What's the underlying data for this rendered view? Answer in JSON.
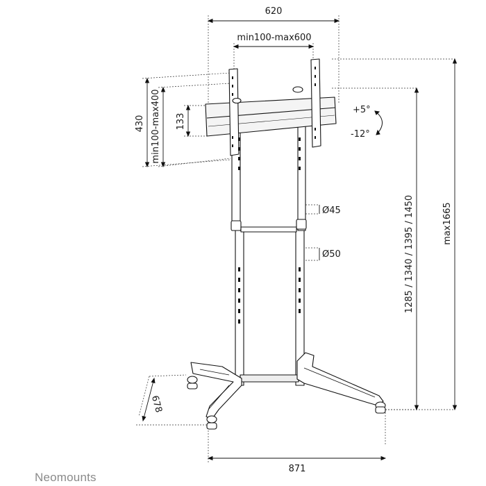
{
  "dimensions": {
    "overall_width": "620",
    "vesa_width_range": "min100-max600",
    "bracket_height": "430",
    "vesa_height_range": "min100-max400",
    "rail_height": "133",
    "tilt_up": "+5°",
    "tilt_down": "-12°",
    "upper_pole_diameter": "Ø45",
    "lower_pole_diameter": "Ø50",
    "screen_center_heights": "1285 / 1340 / 1395 / 1450",
    "max_height": "max1665",
    "base_depth": "678",
    "base_width": "871"
  },
  "brand": "Neomounts"
}
